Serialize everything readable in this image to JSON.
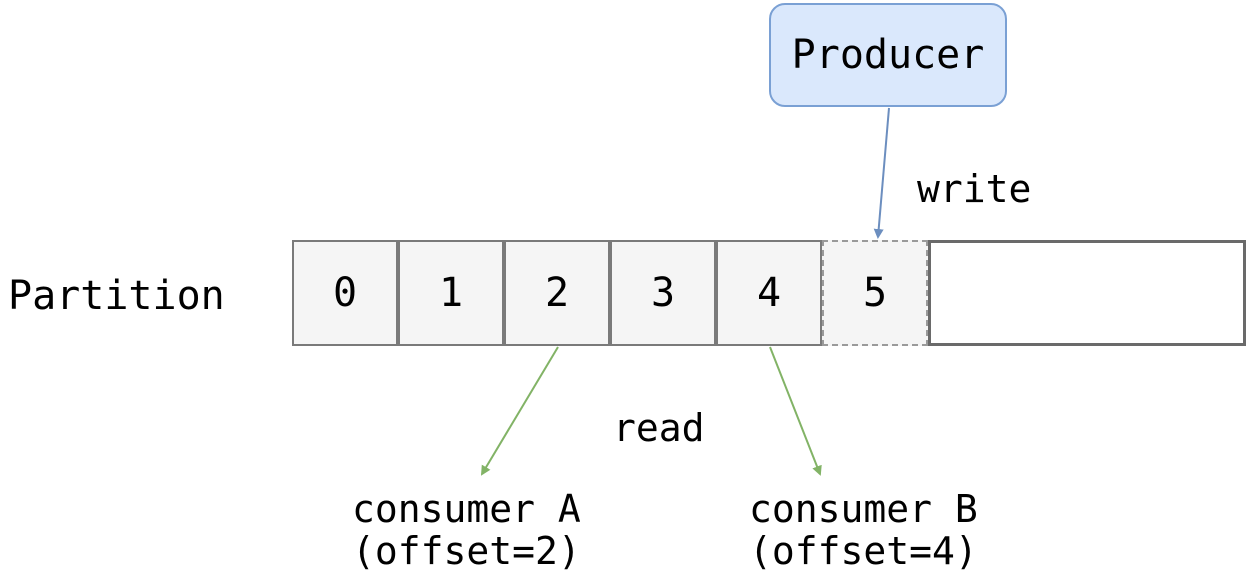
{
  "partition_label": "Partition",
  "producer_label": "Producer",
  "write_label": "write",
  "read_label": "read",
  "offsets": [
    "0",
    "1",
    "2",
    "3",
    "4",
    "5"
  ],
  "consumers": [
    {
      "name": "consumer A",
      "offset_text": "(offset=2)"
    },
    {
      "name": "consumer B",
      "offset_text": "(offset=4)"
    }
  ],
  "colors": {
    "producer_fill": "#dae8fc",
    "producer_border": "#7aa0d4",
    "write_arrow": "#6c8ebf",
    "read_arrow": "#82b366",
    "cell_fill": "#f5f5f5"
  }
}
